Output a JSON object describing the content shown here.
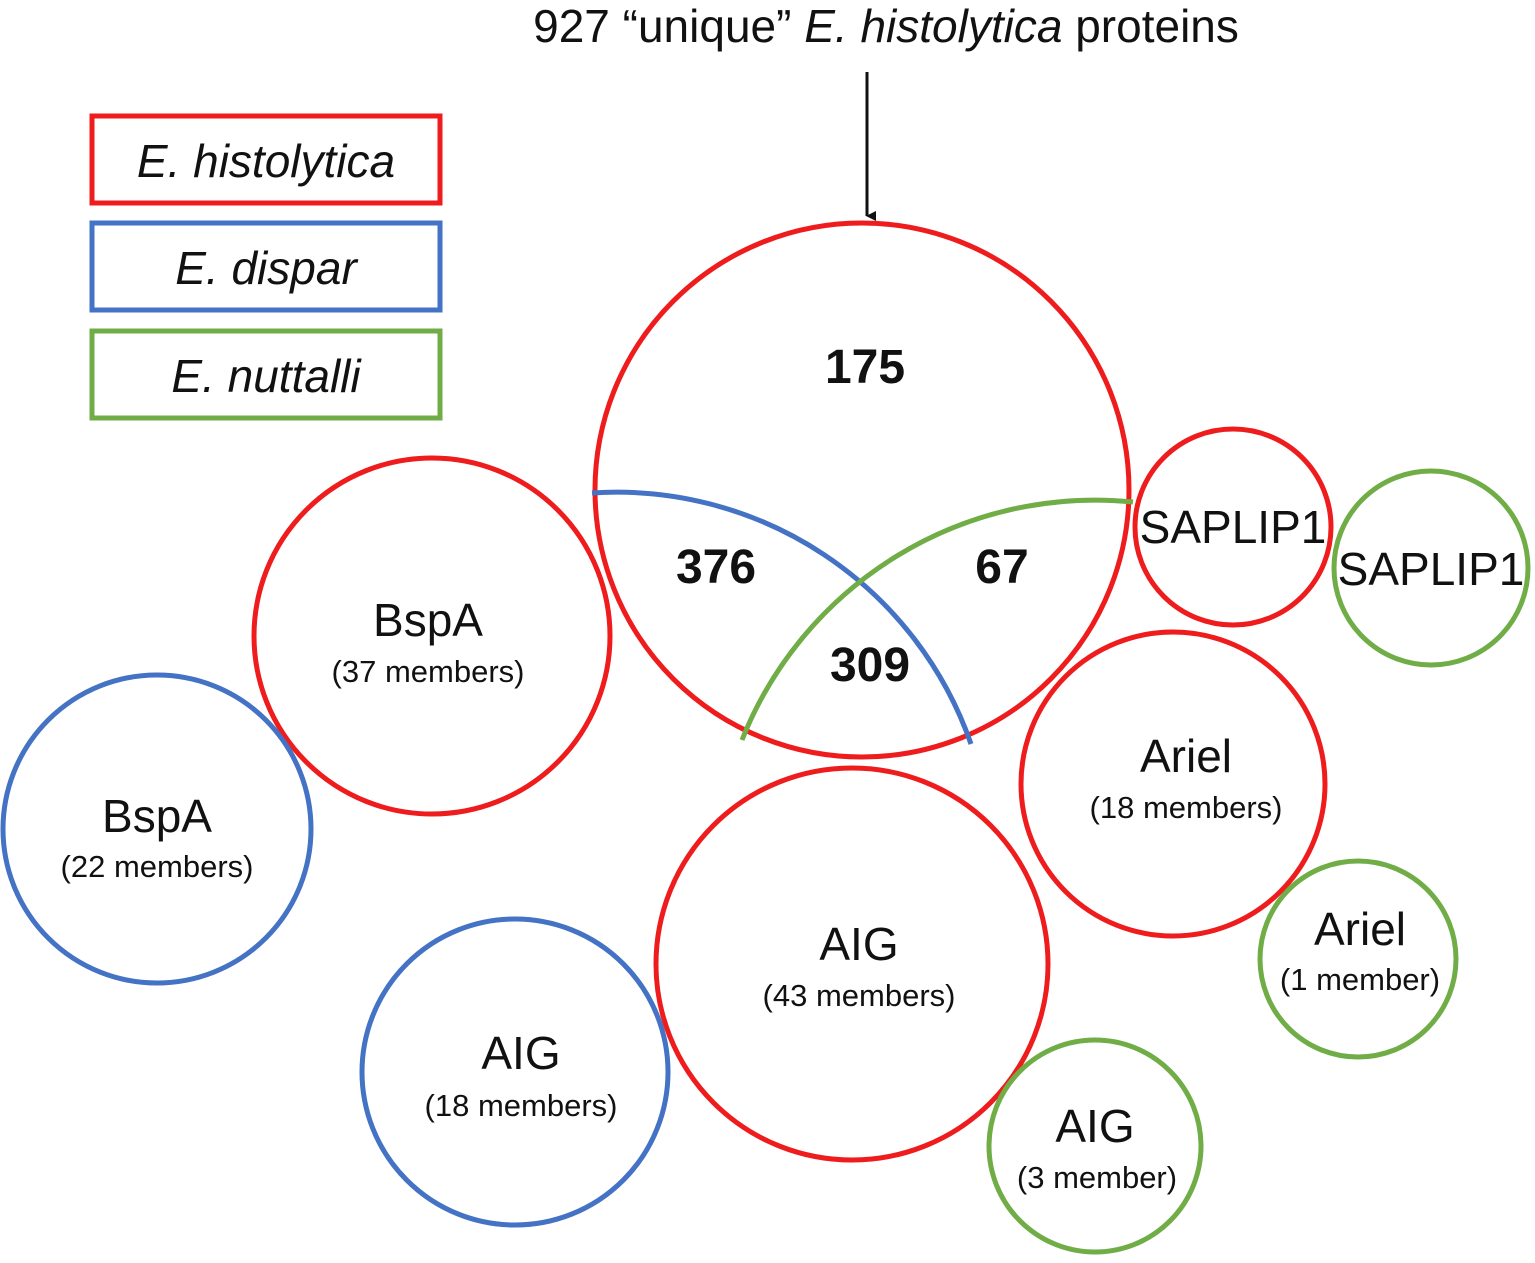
{
  "title": {
    "prefix": "927 “unique” ",
    "species": "E. histolytica",
    "suffix": " proteins"
  },
  "colors": {
    "histolytica": "#ee1c1c",
    "dispar": "#4472c4",
    "nuttalli": "#70ad47"
  },
  "legend": [
    {
      "label": "E. histolytica",
      "color_key": "histolytica"
    },
    {
      "label": "E. dispar",
      "color_key": "dispar"
    },
    {
      "label": "E. nuttalli",
      "color_key": "nuttalli"
    }
  ],
  "venn": {
    "only_histolytica": "175",
    "with_dispar": "376",
    "with_nuttalli": "67",
    "all_three": "309"
  },
  "families": {
    "saplip1_histolytica": {
      "name": "SAPLIP1",
      "count": "",
      "color_key": "histolytica"
    },
    "saplip1_nuttalli": {
      "name": "SAPLIP1",
      "count": "",
      "color_key": "nuttalli"
    },
    "bspa_histolytica": {
      "name": "BspA",
      "count": "(37 members)",
      "color_key": "histolytica"
    },
    "bspa_dispar": {
      "name": "BspA",
      "count": "(22 members)",
      "color_key": "dispar"
    },
    "ariel_histolytica": {
      "name": "Ariel",
      "count": "(18 members)",
      "color_key": "histolytica"
    },
    "ariel_nuttalli": {
      "name": "Ariel",
      "count": "(1 member)",
      "color_key": "nuttalli"
    },
    "aig_histolytica": {
      "name": "AIG",
      "count": "(43 members)",
      "color_key": "histolytica"
    },
    "aig_dispar": {
      "name": "AIG",
      "count": "(18 members)",
      "color_key": "dispar"
    },
    "aig_nuttalli": {
      "name": "AIG",
      "count": "(3 member)",
      "color_key": "nuttalli"
    }
  }
}
